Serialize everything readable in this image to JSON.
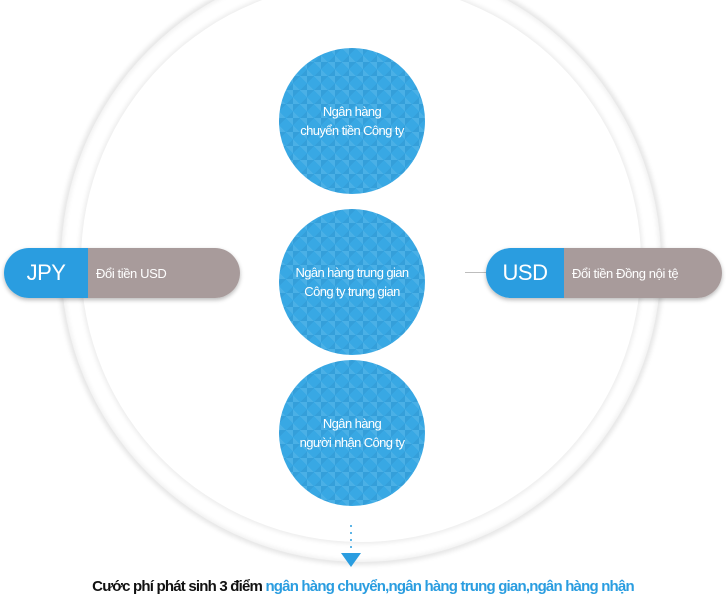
{
  "colors": {
    "accent_blue": "#2a9de0",
    "circle_blue": "#38a8e4",
    "label_gray": "#a89b9b",
    "text_dark": "#111111"
  },
  "left_pill": {
    "currency": "JPY",
    "label": "Đổi tiền USD"
  },
  "right_pill": {
    "currency": "USD",
    "label": "Đổi tiền Đồng nội tệ"
  },
  "banks": [
    {
      "line1": "Ngân hàng",
      "line2": "chuyển tiền Công ty"
    },
    {
      "line1": "Ngân hàng trung gian",
      "line2": "Công ty trung gian"
    },
    {
      "line1": "Ngân hàng",
      "line2": "người nhận Công ty"
    }
  ],
  "caption": {
    "lead": "Cước phí phát sinh 3 điểm",
    "highlight": "ngân hàng chuyển,ngân hàng trung gian,ngân hàng nhận"
  }
}
